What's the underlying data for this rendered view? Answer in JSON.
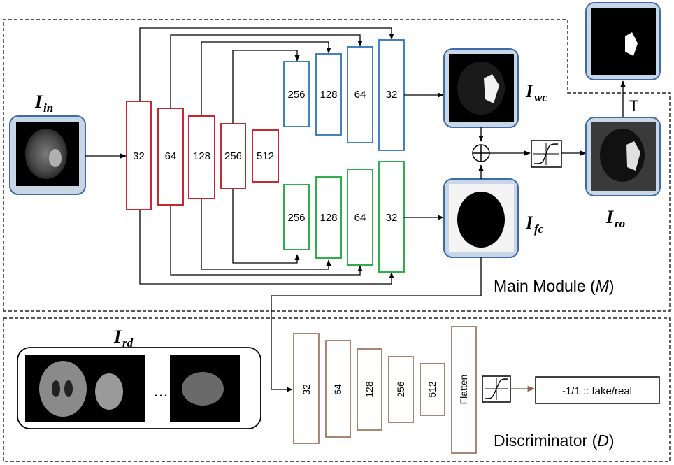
{
  "colors": {
    "encoder": "#c0111a",
    "decoder_top": "#2e75b6",
    "decoder_bottom": "#1aa53a",
    "discriminator": "#a07860",
    "image_border": "#3e6ba8",
    "image_bg": "#c9d6e6"
  },
  "encoder": [
    "32",
    "64",
    "128",
    "256",
    "512"
  ],
  "decoder_wc": [
    "256",
    "128",
    "64",
    "32"
  ],
  "decoder_fc": [
    "256",
    "128",
    "64",
    "32"
  ],
  "discriminator_layers": [
    "32",
    "64",
    "128",
    "256",
    "512",
    "Flatten"
  ],
  "labels": {
    "I_in": {
      "main": "I",
      "sub": "in"
    },
    "I_wc": {
      "main": "I",
      "sub": "wc"
    },
    "I_fc": {
      "main": "I",
      "sub": "fc"
    },
    "I_ro": {
      "main": "I",
      "sub": "ro"
    },
    "I_rd": {
      "main": "I",
      "sub": "rd"
    }
  },
  "threshold_label": "T",
  "ellipsis": "…",
  "output_label": "-1/1 :: fake/real",
  "main_module": {
    "text": "Main Module (",
    "symbol": "M",
    "close": ")"
  },
  "discriminator_module": {
    "text": "Discriminator (",
    "symbol": "D",
    "close": ")"
  },
  "icons": [
    "plus-circle-icon",
    "sigmoid-icon",
    "arrow-icon"
  ]
}
